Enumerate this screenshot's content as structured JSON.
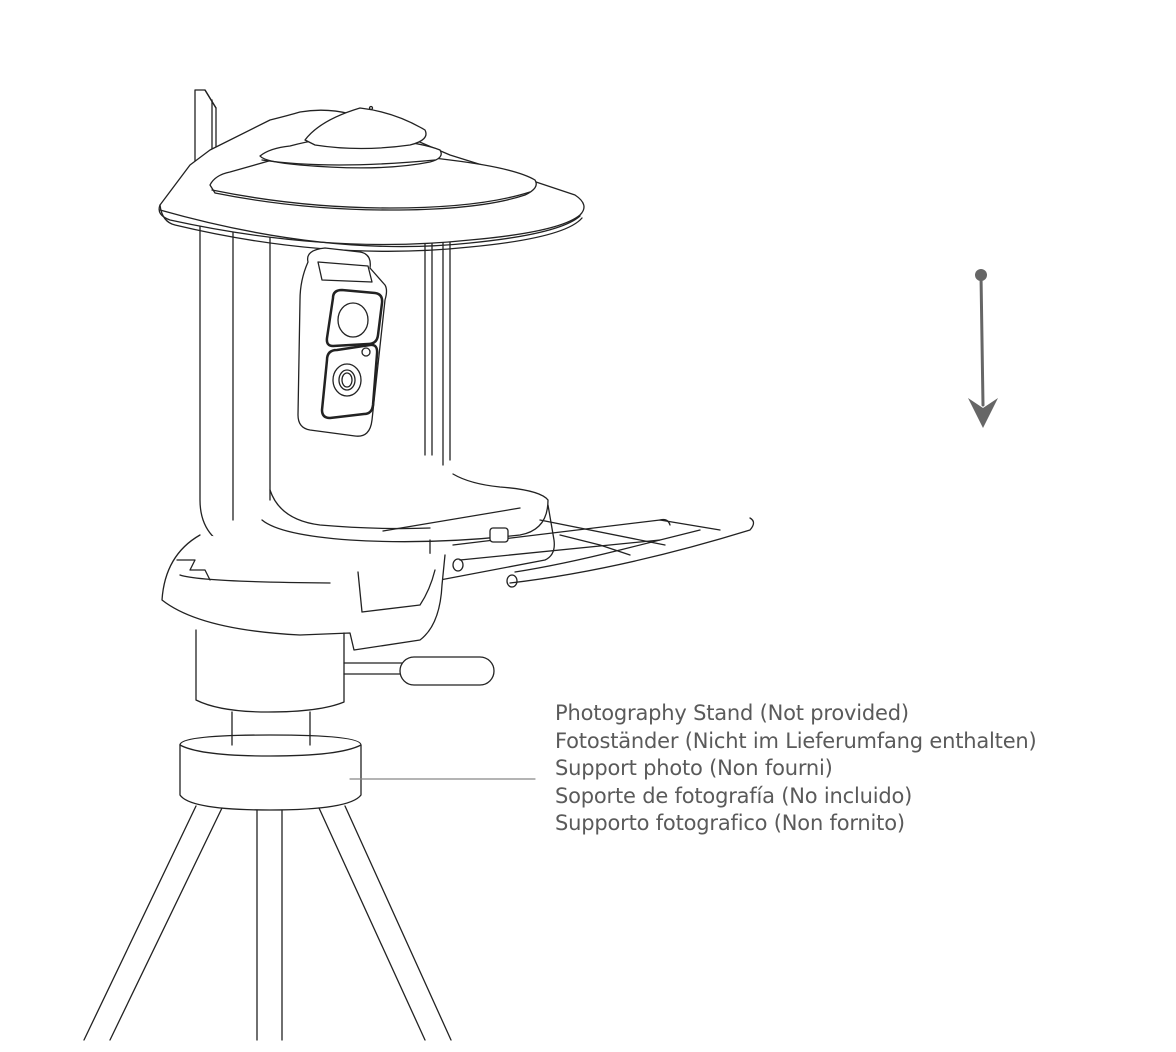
{
  "diagram": {
    "subject": "Bird feeder camera mounted on tripod",
    "components": [
      {
        "name": "roof",
        "description": "Tiered conical roof with antenna"
      },
      {
        "name": "camera",
        "description": "Camera module mounted inside feeder"
      },
      {
        "name": "feeder-tray",
        "description": "Seed tray with perch bars"
      },
      {
        "name": "tripod-head",
        "description": "Tripod head with handle"
      },
      {
        "name": "photography-stand",
        "description": "Tripod stand (not provided)"
      }
    ],
    "direction_arrow": {
      "direction": "down",
      "color": "#666666"
    }
  },
  "callout": {
    "labels": [
      "Photography Stand (Not provided)",
      "Fotoständer (Nicht im Lieferumfang enthalten)",
      "Support photo (Non fourni)",
      "Soporte de fotografía (No incluido)",
      "Supporto fotografico (Non fornito)"
    ],
    "text_color": "#5a5a5a",
    "leader_color": "#888888"
  },
  "colors": {
    "line": "#222222",
    "background": "#ffffff"
  }
}
